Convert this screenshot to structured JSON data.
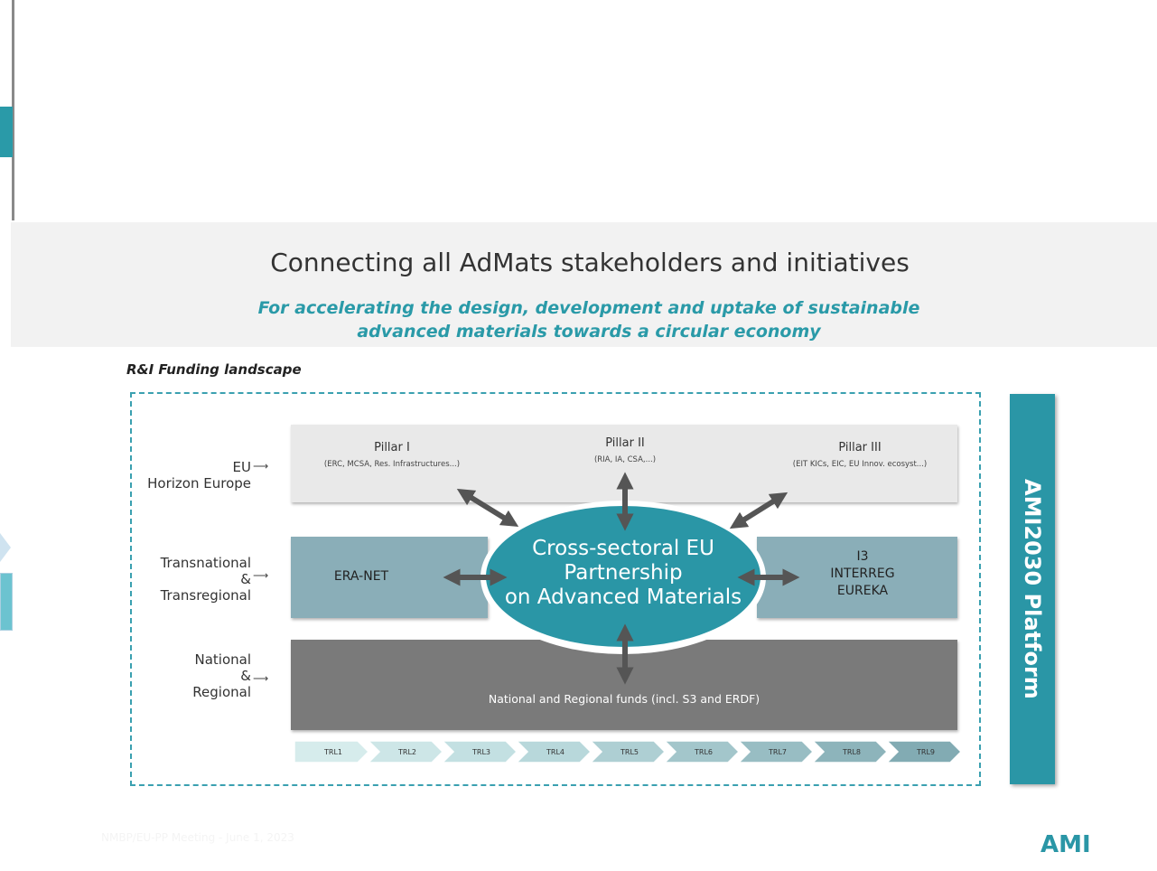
{
  "slide": {
    "title": "Connecting all AdMats stakeholders and initiatives",
    "subtitle_line1": "For accelerating the design, development and uptake of sustainable",
    "subtitle_line2": "advanced materials towards a circular economy",
    "section_label": "R&I Funding landscape"
  },
  "rows": {
    "eu": [
      "EU",
      "Horizon Europe"
    ],
    "transnational": [
      "Transnational",
      "&",
      "Transregional"
    ],
    "national": [
      "National",
      "&",
      "Regional"
    ]
  },
  "pillars": [
    {
      "name": "Pillar I",
      "sub": "(ERC, MCSA, Res. Infrastructures...)"
    },
    {
      "name": "Pillar II",
      "sub": "(RIA, IA, CSA,...)"
    },
    {
      "name": "Pillar III",
      "sub": "(EIT KICs, EIC, EU Innov. ecosyst...)"
    }
  ],
  "transnational": {
    "left": "ERA-NET",
    "right": [
      "I3",
      "INTERREG",
      "EUREKA"
    ]
  },
  "national_funds": "National and Regional funds (incl. S3 and ERDF)",
  "partnership": [
    "Cross-sectoral EU",
    "Partnership",
    "on Advanced Materials"
  ],
  "trl": [
    "TRL1",
    "TRL2",
    "TRL3",
    "TRL4",
    "TRL5",
    "TRL6",
    "TRL7",
    "TRL8",
    "TRL9"
  ],
  "trl_colors": [
    "#d6ecec",
    "#cde6e7",
    "#c3e0e2",
    "#b8d8db",
    "#aecfd3",
    "#a3c6cb",
    "#98bdc3",
    "#8db4bb",
    "#82abb3"
  ],
  "platform": "AMI2030 Platform",
  "footer": "NMBP/EU-PP Meeting - June 1, 2023",
  "logo": "AMI",
  "colors": {
    "accent": "#2a96a6",
    "band": "#f2f2f2",
    "dark": "#7a7a7a",
    "mid": "#8aaeb8"
  }
}
